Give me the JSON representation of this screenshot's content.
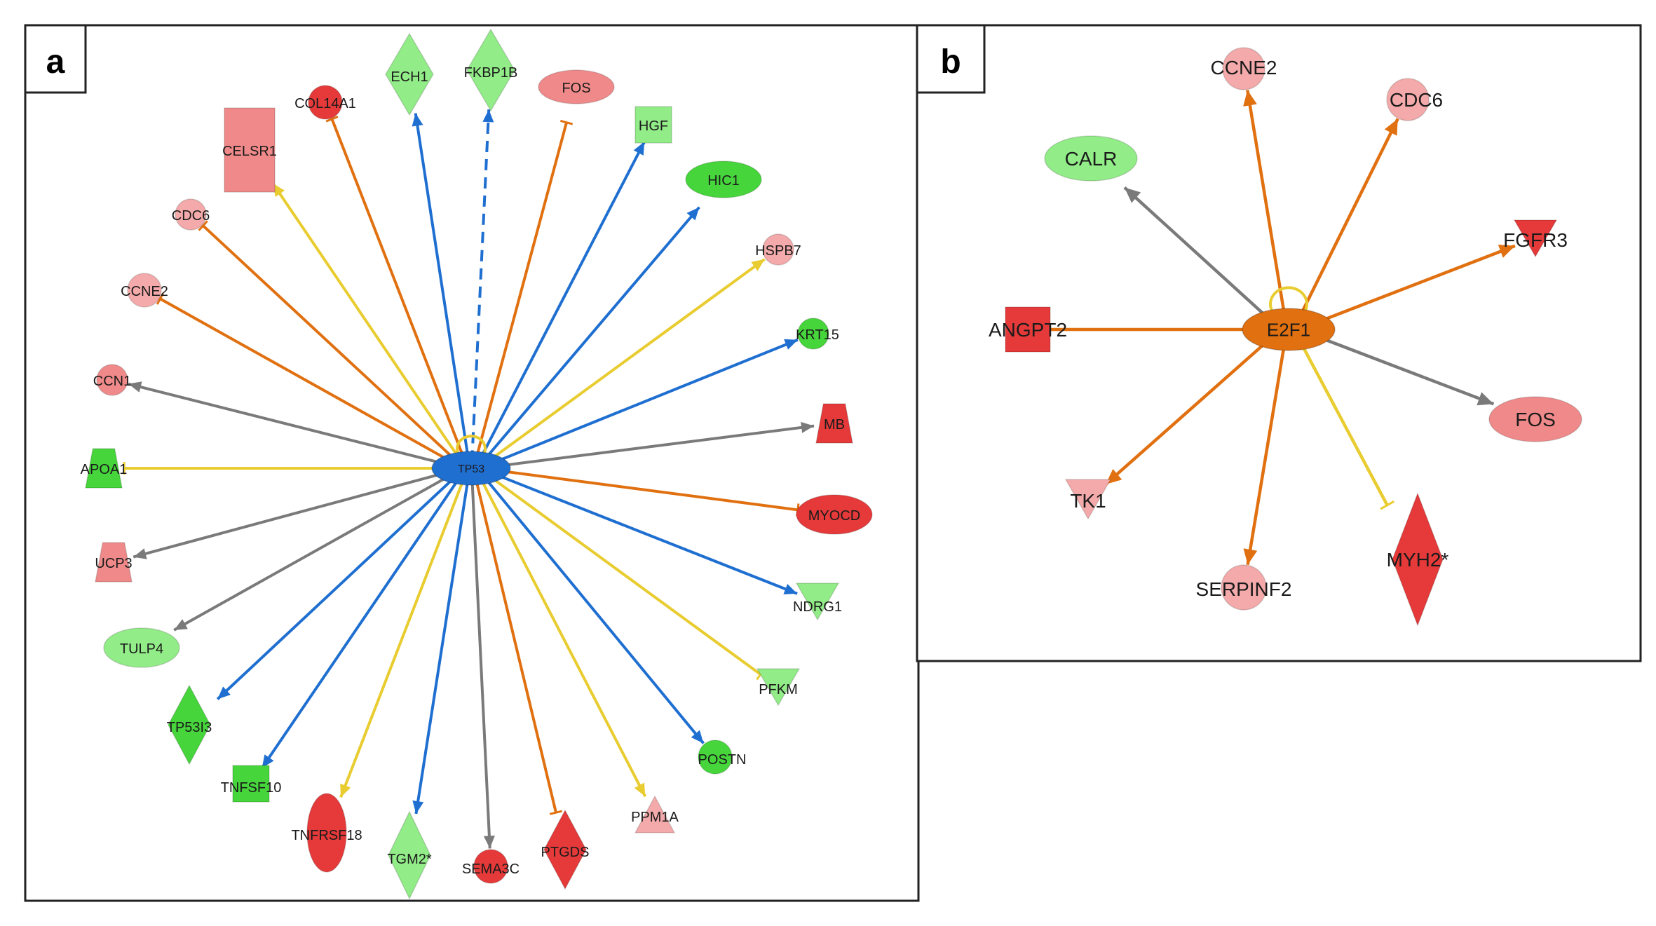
{
  "colors": {
    "green": "#46d63c",
    "light_green": "#92ec88",
    "red": "#e63a3a",
    "light_red": "#f08a8a",
    "pink": "#f4aaaa",
    "blue": "#1f6fd1",
    "orange": "#e07010",
    "yellow": "#e8cc30",
    "gray": "#7a7a7a"
  },
  "panels": [
    {
      "id": "a",
      "label": "a",
      "hub": "TP53",
      "nodes": [
        {
          "id": "ECH1",
          "label": "ECH1",
          "shape": "diamond",
          "color": "light_green",
          "edge": "blue",
          "end": "arrow"
        },
        {
          "id": "FKBP1B",
          "label": "FKBP1B",
          "shape": "diamond",
          "color": "light_green",
          "edge": "blue",
          "end": "arrow",
          "dashed": true
        },
        {
          "id": "FOS",
          "label": "FOS",
          "shape": "ellipse",
          "color": "light_red",
          "edge": "orange",
          "end": "bar"
        },
        {
          "id": "HGF",
          "label": "HGF",
          "shape": "square",
          "color": "light_green",
          "edge": "blue",
          "end": "arrow"
        },
        {
          "id": "HIC1",
          "label": "HIC1",
          "shape": "ellipse",
          "color": "green",
          "edge": "blue",
          "end": "arrow"
        },
        {
          "id": "HSPB7",
          "label": "HSPB7",
          "shape": "circle",
          "color": "pink",
          "edge": "yellow",
          "end": "arrow"
        },
        {
          "id": "KRT15",
          "label": "KRT15",
          "shape": "circle",
          "color": "green",
          "edge": "blue",
          "end": "arrow"
        },
        {
          "id": "MB",
          "label": "MB",
          "shape": "trapezoid",
          "color": "red",
          "edge": "gray",
          "end": "arrow"
        },
        {
          "id": "MYOCD",
          "label": "MYOCD",
          "shape": "ellipse",
          "color": "red",
          "edge": "orange",
          "end": "bar"
        },
        {
          "id": "NDRG1",
          "label": "NDRG1",
          "shape": "triangle-down",
          "color": "light_green",
          "edge": "blue",
          "end": "arrow"
        },
        {
          "id": "PFKM",
          "label": "PFKM",
          "shape": "triangle-down",
          "color": "light_green",
          "edge": "yellow",
          "end": "bar"
        },
        {
          "id": "POSTN",
          "label": "POSTN",
          "shape": "circle",
          "color": "green",
          "edge": "blue",
          "end": "arrow"
        },
        {
          "id": "PPM1A",
          "label": "PPM1A",
          "shape": "triangle-up",
          "color": "pink",
          "edge": "yellow",
          "end": "arrow"
        },
        {
          "id": "PTGDS",
          "label": "PTGDS",
          "shape": "diamond",
          "color": "red",
          "edge": "orange",
          "end": "bar"
        },
        {
          "id": "SEMA3C",
          "label": "SEMA3C",
          "shape": "circle",
          "color": "red",
          "edge": "gray",
          "end": "arrow"
        },
        {
          "id": "TGM2",
          "label": "TGM2*",
          "shape": "diamond",
          "color": "light_green",
          "edge": "blue",
          "end": "arrow"
        },
        {
          "id": "TNFRSF18",
          "label": "TNFRSF18",
          "shape": "ellipse-tall",
          "color": "red",
          "edge": "yellow",
          "end": "arrow"
        },
        {
          "id": "TNFSF10",
          "label": "TNFSF10",
          "shape": "square",
          "color": "green",
          "edge": "blue",
          "end": "arrow"
        },
        {
          "id": "TP53I3",
          "label": "TP53I3",
          "shape": "diamond",
          "color": "green",
          "edge": "blue",
          "end": "arrow"
        },
        {
          "id": "TULP4",
          "label": "TULP4",
          "shape": "ellipse",
          "color": "light_green",
          "edge": "gray",
          "end": "arrow"
        },
        {
          "id": "UCP3",
          "label": "UCP3",
          "shape": "trapezoid",
          "color": "light_red",
          "edge": "gray",
          "end": "arrow"
        },
        {
          "id": "APOA1",
          "label": "APOA1",
          "shape": "trapezoid",
          "color": "green",
          "edge": "yellow",
          "end": "bar"
        },
        {
          "id": "CCN1",
          "label": "CCN1",
          "shape": "circle",
          "color": "light_red",
          "edge": "gray",
          "end": "arrow"
        },
        {
          "id": "CCNE2",
          "label": "CCNE2",
          "shape": "circle",
          "color": "pink",
          "edge": "orange",
          "end": "bar"
        },
        {
          "id": "CDC6",
          "label": "CDC6",
          "shape": "circle",
          "color": "pink",
          "edge": "orange",
          "end": "bar"
        },
        {
          "id": "CELSR1",
          "label": "CELSR1",
          "shape": "rect-tall",
          "color": "light_red",
          "edge": "yellow",
          "end": "arrow"
        },
        {
          "id": "COL14A1",
          "label": "COL14A1",
          "shape": "circle",
          "color": "red",
          "edge": "orange",
          "end": "bar"
        }
      ]
    },
    {
      "id": "b",
      "label": "b",
      "hub": "E2F1",
      "nodes": [
        {
          "id": "CCNE2",
          "label": "CCNE2",
          "shape": "circle",
          "color": "pink",
          "edge": "orange",
          "end": "arrow"
        },
        {
          "id": "CDC6",
          "label": "CDC6",
          "shape": "circle",
          "color": "pink",
          "edge": "orange",
          "end": "arrow"
        },
        {
          "id": "CALR",
          "label": "CALR",
          "shape": "ellipse",
          "color": "light_green",
          "edge": "gray",
          "end": "arrow"
        },
        {
          "id": "FGFR3",
          "label": "FGFR3",
          "shape": "triangle-down",
          "color": "red",
          "edge": "orange",
          "end": "arrow"
        },
        {
          "id": "ANGPT2",
          "label": "ANGPT2",
          "shape": "square",
          "color": "red",
          "edge": "orange",
          "end": "none"
        },
        {
          "id": "FOS",
          "label": "FOS",
          "shape": "ellipse",
          "color": "light_red",
          "edge": "gray",
          "end": "arrow"
        },
        {
          "id": "TK1",
          "label": "TK1",
          "shape": "triangle-down",
          "color": "pink",
          "edge": "orange",
          "end": "arrow"
        },
        {
          "id": "SERPINF2",
          "label": "SERPINF2",
          "shape": "circle",
          "color": "pink",
          "edge": "orange",
          "end": "arrow"
        },
        {
          "id": "MYH2",
          "label": "MYH2*",
          "shape": "diamond",
          "color": "red",
          "edge": "yellow",
          "end": "bar"
        }
      ]
    }
  ]
}
